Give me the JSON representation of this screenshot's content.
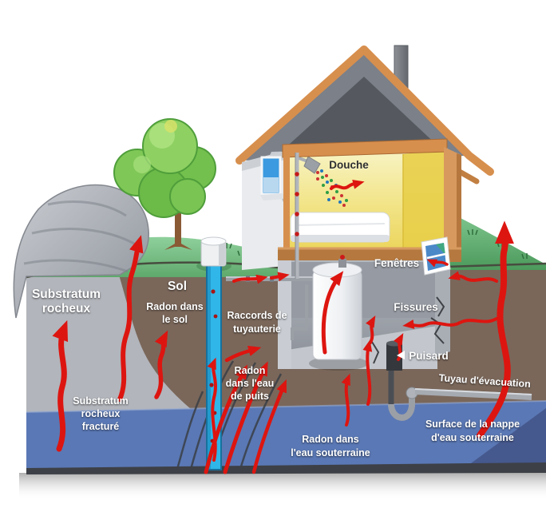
{
  "colors": {
    "arrow_red": "#dd1510",
    "soil": "#7a675a",
    "bedrock": "#b2b5bb",
    "water": "#5a78b5",
    "well_water": "#30b6e8",
    "grass": "#72bd80",
    "grass_dark": "#57a263",
    "roof": "#7b8089",
    "trim": "#d78f4e",
    "room_yellow": "#efdc6a",
    "wall_white": "#e9ebee",
    "label_white": "#ffffff",
    "label_dark": "#2e2e2e"
  },
  "labels": {
    "douche": "Douche",
    "fenetres": "Fenêtres",
    "fissures": "Fissures",
    "puisard": "Puisard",
    "tuyau_evacuation": "Tuyau d'évacuation",
    "sol": "Sol",
    "substratum": [
      "Substratum",
      "rocheux"
    ],
    "substratum_fracture": [
      "Substratum",
      "rocheux",
      "fracturé"
    ],
    "radon_sol": [
      "Radon dans",
      "le sol"
    ],
    "raccords": [
      "Raccords de",
      "tuyauterie"
    ],
    "radon_puits": [
      "Radon",
      "dans l'eau",
      "de puits"
    ],
    "radon_nappe": [
      "Radon dans",
      "l'eau souterraine"
    ],
    "surface_nappe": [
      "Surface de la nappe",
      "d'eau souterraine"
    ]
  }
}
